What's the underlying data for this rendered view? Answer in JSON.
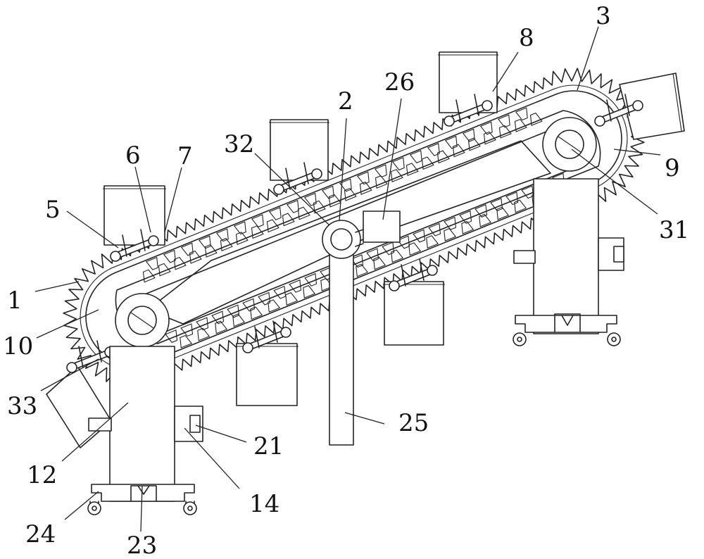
{
  "labels": [
    {
      "id": "1",
      "text": "1"
    },
    {
      "id": "2",
      "text": "2"
    },
    {
      "id": "3",
      "text": "3"
    },
    {
      "id": "5",
      "text": "5"
    },
    {
      "id": "6",
      "text": "6"
    },
    {
      "id": "7",
      "text": "7"
    },
    {
      "id": "8",
      "text": "8"
    },
    {
      "id": "9",
      "text": "9"
    },
    {
      "id": "10",
      "text": "10"
    },
    {
      "id": "12",
      "text": "12"
    },
    {
      "id": "14",
      "text": "14"
    },
    {
      "id": "21",
      "text": "21"
    },
    {
      "id": "23",
      "text": "23"
    },
    {
      "id": "24",
      "text": "24"
    },
    {
      "id": "25",
      "text": "25"
    },
    {
      "id": "26",
      "text": "26"
    },
    {
      "id": "31",
      "text": "31"
    },
    {
      "id": "32",
      "text": "32"
    },
    {
      "id": "33",
      "text": "33"
    }
  ]
}
